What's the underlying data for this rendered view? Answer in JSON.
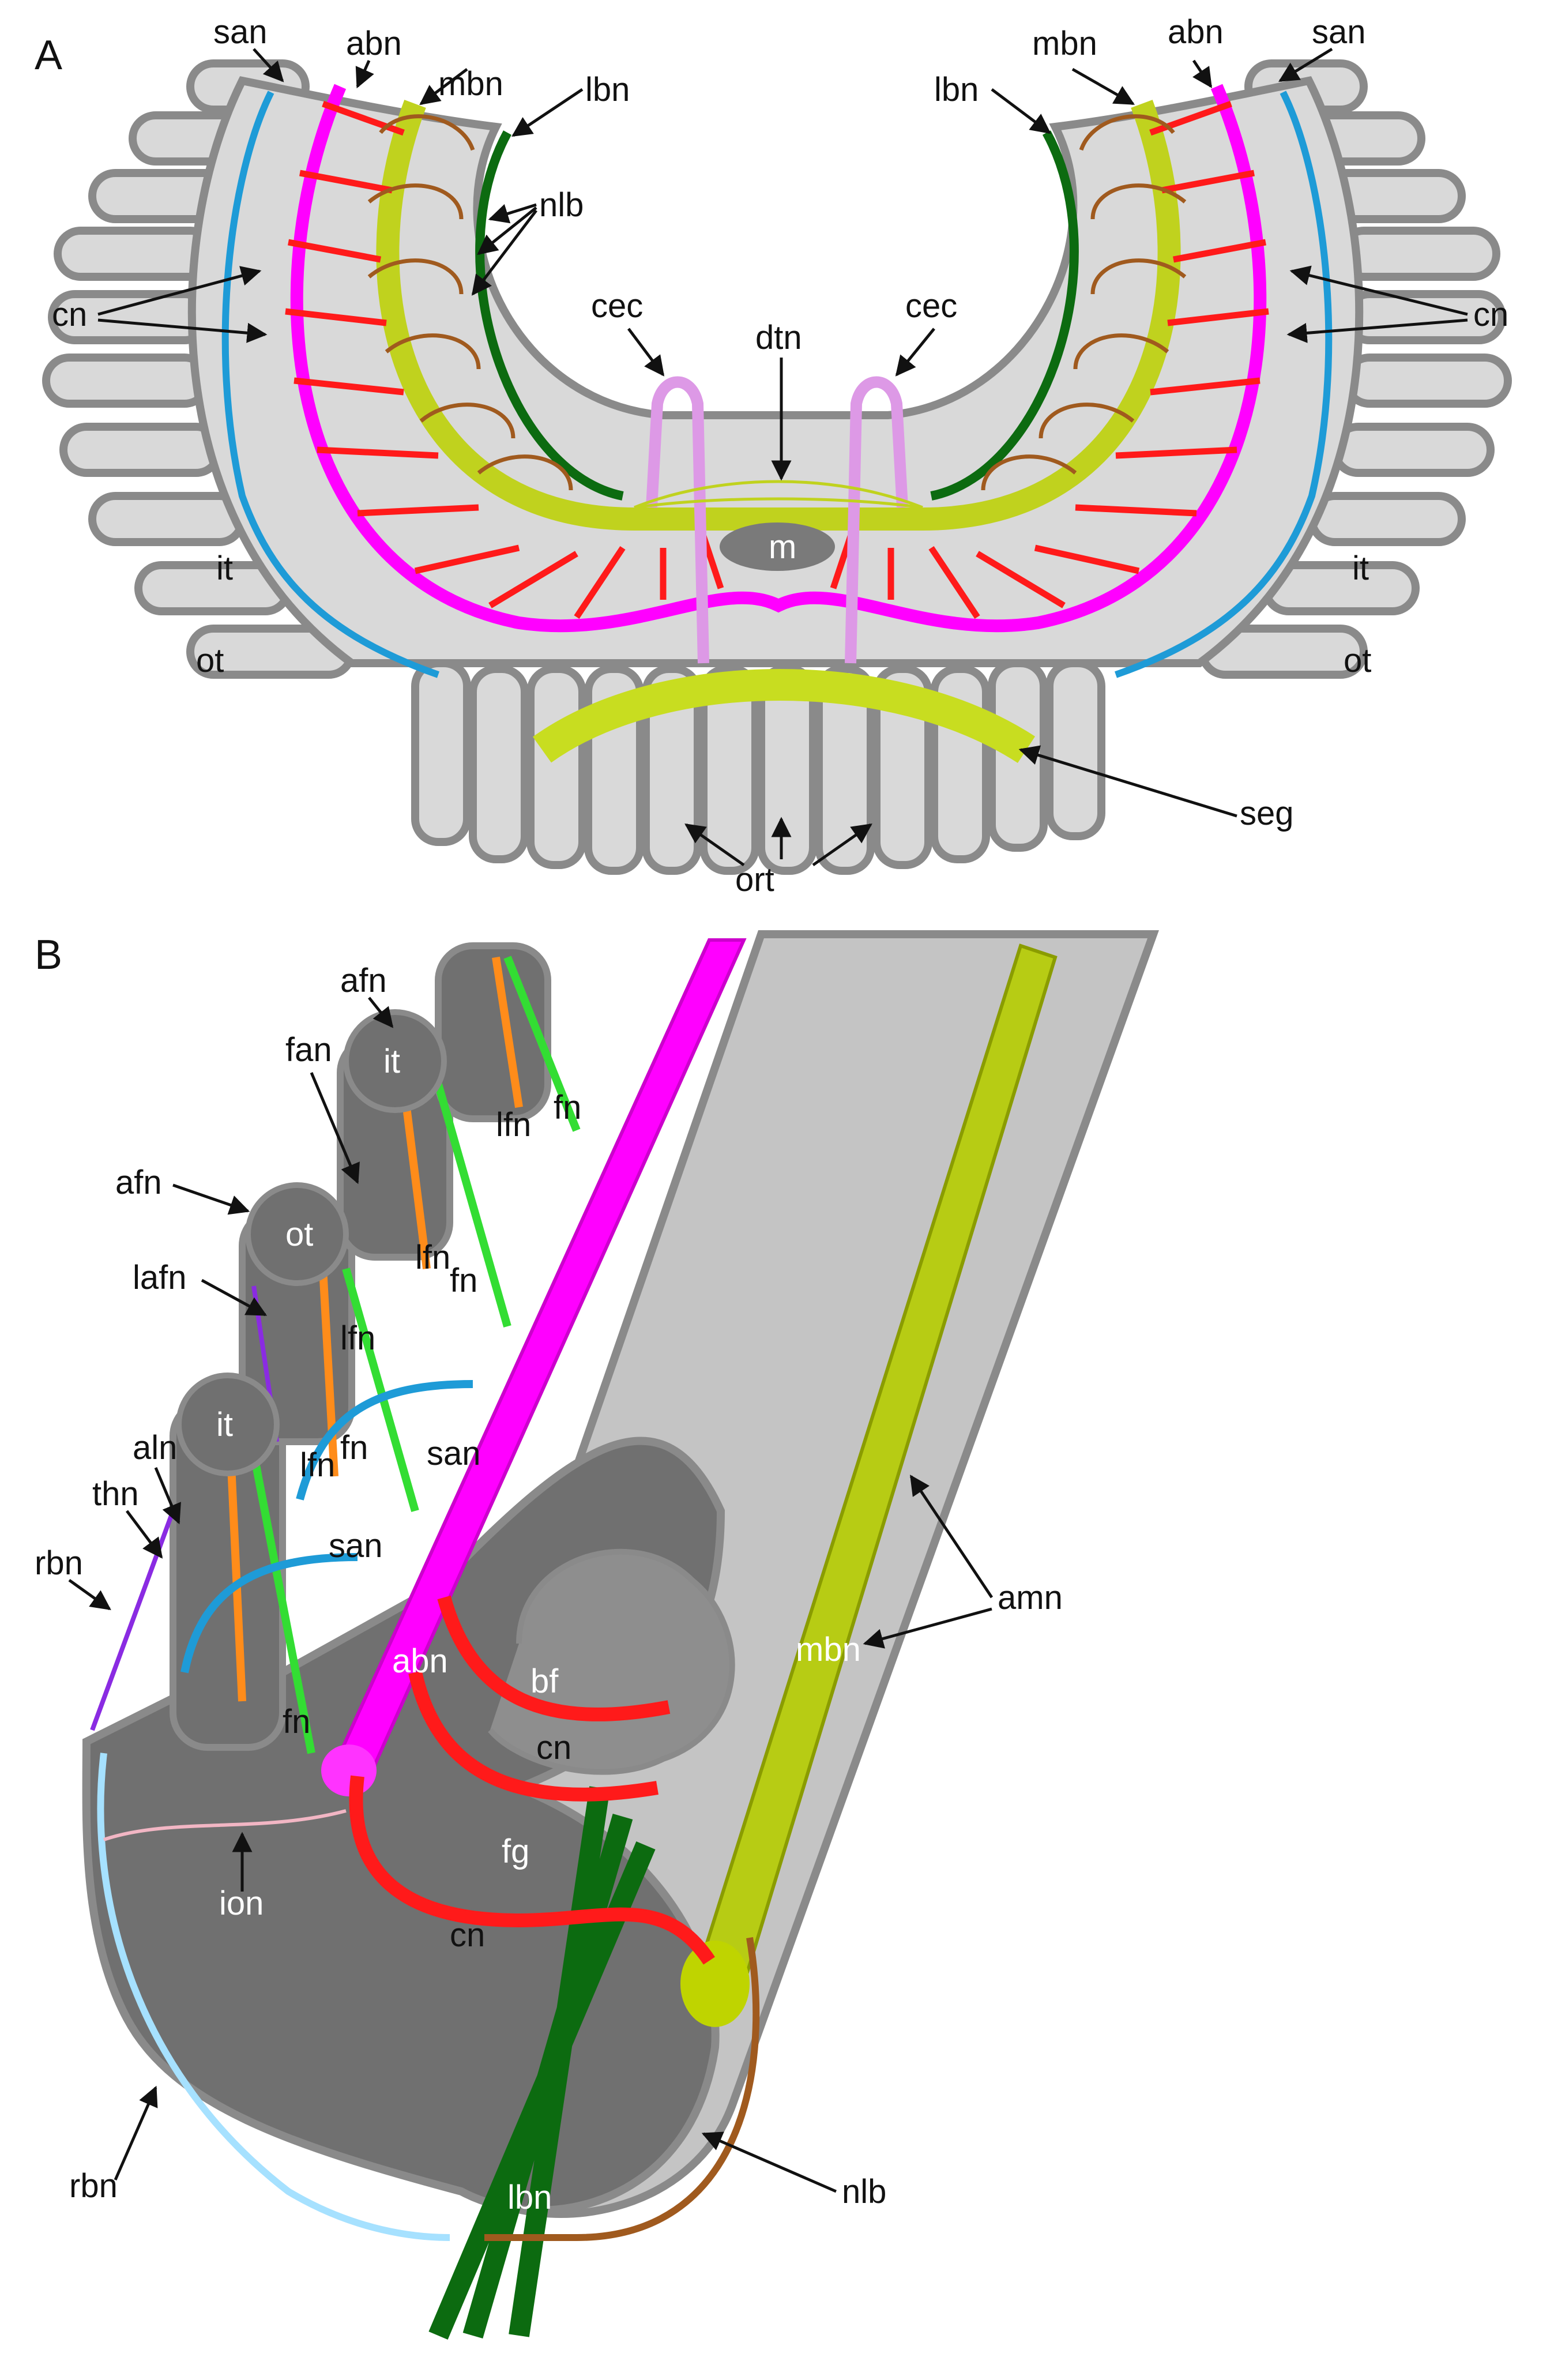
{
  "panels": {
    "a": "A",
    "b": "B"
  },
  "labels_a": {
    "san_l": "san",
    "abn_l": "abn",
    "mbn_l": "mbn",
    "lbn_l": "lbn",
    "nlb": "nlb",
    "cn_l": "cn",
    "cec_l": "cec",
    "dtn": "dtn",
    "cec_r": "cec",
    "lbn_r": "lbn",
    "mbn_r": "mbn",
    "abn_r": "abn",
    "san_r": "san",
    "cn_r": "cn",
    "m": "m",
    "it_l": "it",
    "ot_l": "ot",
    "it_r": "it",
    "ot_r": "ot",
    "seg": "seg",
    "ort": "ort"
  },
  "labels_b": {
    "afn1": "afn",
    "it1": "it",
    "fan": "fan",
    "lfn1": "lfn",
    "fn1": "fn",
    "afn2": "afn",
    "ot": "ot",
    "lafn": "lafn",
    "lfn2": "lfn",
    "fn2": "fn",
    "lfn3": "lfn",
    "san1": "san",
    "it2": "it",
    "aln": "aln",
    "thn": "thn",
    "rbn1": "rbn",
    "lfn4": "lfn",
    "fn3": "fn",
    "san2": "san",
    "abn": "abn",
    "bf": "bf",
    "cn1": "cn",
    "fn4": "fn",
    "ion": "ion",
    "fg": "fg",
    "cn2": "cn",
    "mbn": "mbn",
    "amn": "amn",
    "lbn": "lbn",
    "rbn2": "rbn",
    "nlb": "nlb"
  },
  "colors": {
    "abn": "#ff00ff",
    "mbn": "#bfd400",
    "lbn": "#006400",
    "cn": "#ff1a1a",
    "nlb": "#a0522d",
    "san": "#1e9bd7",
    "cec": "#dd99e6",
    "tissue": "#d8d8d8",
    "outline": "#8a8a8a",
    "dark": "#6e6e6e",
    "rbn": "#a6e1ff",
    "fn": "#33dd33",
    "lfn": "#ff8c1a",
    "fan": "#3355ff",
    "lafn": "#8a2be2",
    "aln": "#00ffff"
  }
}
